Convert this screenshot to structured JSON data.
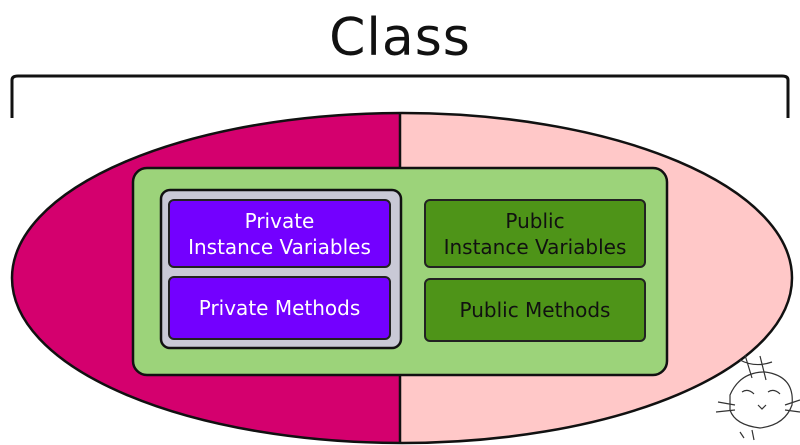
{
  "title": "Class",
  "colors": {
    "private_side": "#d4006e",
    "public_side": "#ffc8c8",
    "inner_panel": "#9cd37a",
    "private_box": "#7300ff",
    "public_box": "#4e9418",
    "private_group_border": "#c9c9d6"
  },
  "boxes": {
    "private_vars": "Private\nInstance Variables",
    "private_methods": "Private Methods",
    "public_vars": "Public\nInstance Variables",
    "public_methods": "Public Methods"
  },
  "icons": [
    "cat-sketch-icon"
  ]
}
